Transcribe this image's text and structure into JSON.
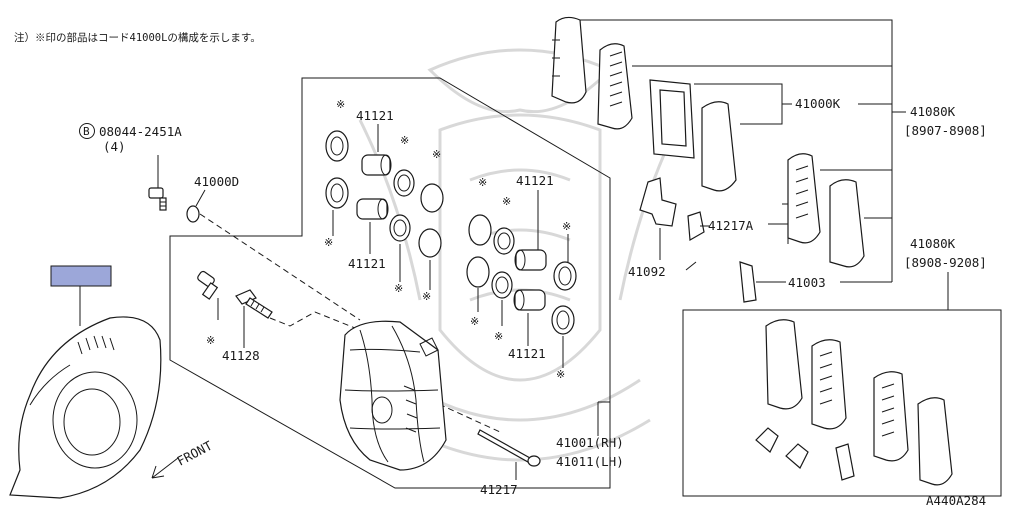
{
  "note": "注）※印の部品はコード41000Lの構成を示します。",
  "diagram_id": "A440A284",
  "front_label": "FRONT",
  "star_mark": "※",
  "bolt_callout": {
    "code": "08044-2451A",
    "circled_letter": "B",
    "qty": "(4)"
  },
  "labels": {
    "l41000D": "41000D",
    "l41121_top": "41121",
    "l41121_left": "41121",
    "l41121_right": "41121",
    "l41121_bottom": "41121",
    "l41128": "41128",
    "l41001": "41001(RH)",
    "l41011": "41011(LH)",
    "l41217": "41217",
    "l41000K": "41000K",
    "l41080K_a": "41080K",
    "l41080K_a_date": "[8907-8908]",
    "l41217A": "41217A",
    "l41092": "41092",
    "l41003": "41003",
    "l41080K_b": "41080K",
    "l41080K_b_date": "[8908-9208]"
  },
  "colors": {
    "line": "#1a1a1a",
    "shield_plate": "#9ca7d9",
    "watermark": "#d8d8d8"
  }
}
